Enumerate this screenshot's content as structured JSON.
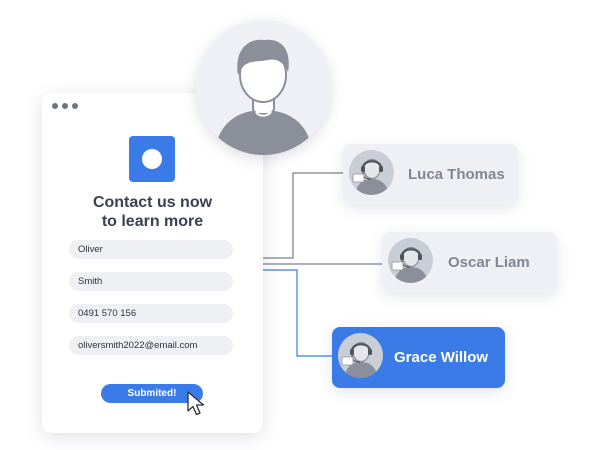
{
  "form": {
    "title_line1": "Contact us now",
    "title_line2": "to learn more",
    "fields": [
      {
        "value": "Oliver"
      },
      {
        "value": "Smith"
      },
      {
        "value": "0491 570 156"
      },
      {
        "value": "oliversmith2022@email.com"
      }
    ],
    "submit_label": "Submited!"
  },
  "agents": [
    {
      "name": "Luca Thomas",
      "active": false
    },
    {
      "name": "Oscar Liam",
      "active": false
    },
    {
      "name": "Grace Willow",
      "active": true
    }
  ],
  "colors": {
    "accent": "#3a7be8",
    "card_bg": "#eef0f6",
    "agent_text": "#808692",
    "title_text": "#3a4150",
    "connector_dark": "#7a8090",
    "connector_blue": "#3a7be8"
  },
  "icons": [
    "window-dots-icon",
    "brand-logo-icon",
    "mouse-pointer-icon",
    "user-avatar-icon",
    "headset-agent-icon"
  ]
}
